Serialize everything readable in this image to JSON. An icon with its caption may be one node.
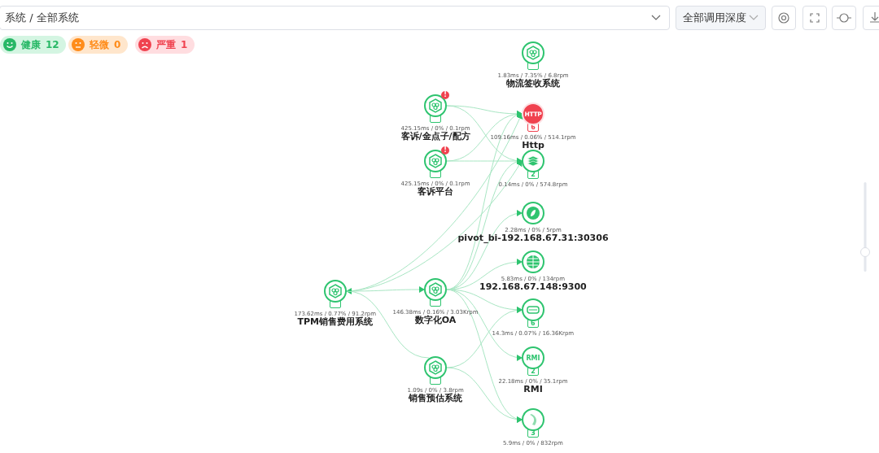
{
  "diagram": {
    "nodes": [
      {
        "text": [
          "1.83ms / 7.35% / 6.8rpm",
          "物流签收系统"
        ]
      },
      {
        "text": [
          "!",
          "425.15ms / 0% / 0.1rpm",
          "客诉/金点子/配方"
        ]
      },
      {
        "text": [
          "HTTP",
          "6",
          "109.16ms / 0.06% / 514.1rpm",
          "Http"
        ]
      },
      {
        "text": [
          "!",
          "425.15ms / 0% / 0.1rpm",
          "客诉平台"
        ]
      },
      {
        "text": [
          "2",
          "0.14ms / 0% / 574.8rpm"
        ]
      },
      {
        "text": [
          "2.28ms / 0% / 5rpm",
          "pivot_bi-192.168.67.31:30306"
        ]
      },
      {
        "text": [
          "5.83ms / 0% / 134rpm",
          "192.168.67.148:9300"
        ]
      },
      {
        "text": [
          "173.62ms / 0.77% / 91.2rpm",
          "TPM销售费用系统"
        ]
      },
      {
        "text": [
          "146.38ms / 0.16% / 3.03Krpm",
          "数字化OA"
        ]
      },
      {
        "text": [
          "6",
          "14.3ms / 0.07% / 16.36Krpm"
        ]
      },
      {
        "text": [
          "RMI",
          "2",
          "22.18ms / 0% / 35.1rpm",
          "RMI"
        ]
      },
      {
        "text": [
          "1.09s / 0% / 3.8rpm",
          "销售预估系统"
        ]
      },
      {
        "text": [
          "3",
          "5.9ms / 0% / 832rpm"
        ]
      }
    ],
    "edges": [
      {
        "from": 1,
        "to": 2,
        "arrow": "to"
      },
      {
        "from": 1,
        "to": 4,
        "arrow": "to"
      },
      {
        "from": 3,
        "to": 2,
        "arrow": "to"
      },
      {
        "from": 3,
        "to": 4,
        "arrow": "to"
      },
      {
        "from": 7,
        "to": 2,
        "arrow": "to"
      },
      {
        "from": 7,
        "to": 4,
        "arrow": "to"
      },
      {
        "from": 7,
        "to": 8,
        "arrow": "both"
      },
      {
        "from": 7,
        "to": 11,
        "arrow": "none"
      },
      {
        "from": 8,
        "to": 2,
        "arrow": "to"
      },
      {
        "from": 8,
        "to": 4,
        "arrow": "to"
      },
      {
        "from": 8,
        "to": 5,
        "arrow": "to"
      },
      {
        "from": 8,
        "to": 6,
        "arrow": "to"
      },
      {
        "from": 8,
        "to": 9,
        "arrow": "to"
      },
      {
        "from": 8,
        "to": 10,
        "arrow": "to"
      },
      {
        "from": 8,
        "to": 12,
        "arrow": "to"
      },
      {
        "from": 11,
        "to": 9,
        "arrow": "to"
      },
      {
        "from": 11,
        "to": 12,
        "arrow": "to"
      }
    ],
    "labels": [
      "系统 / 全部系统",
      "全部调用深度",
      "健康",
      "12",
      "轻微",
      "0",
      "严重",
      "1"
    ]
  }
}
